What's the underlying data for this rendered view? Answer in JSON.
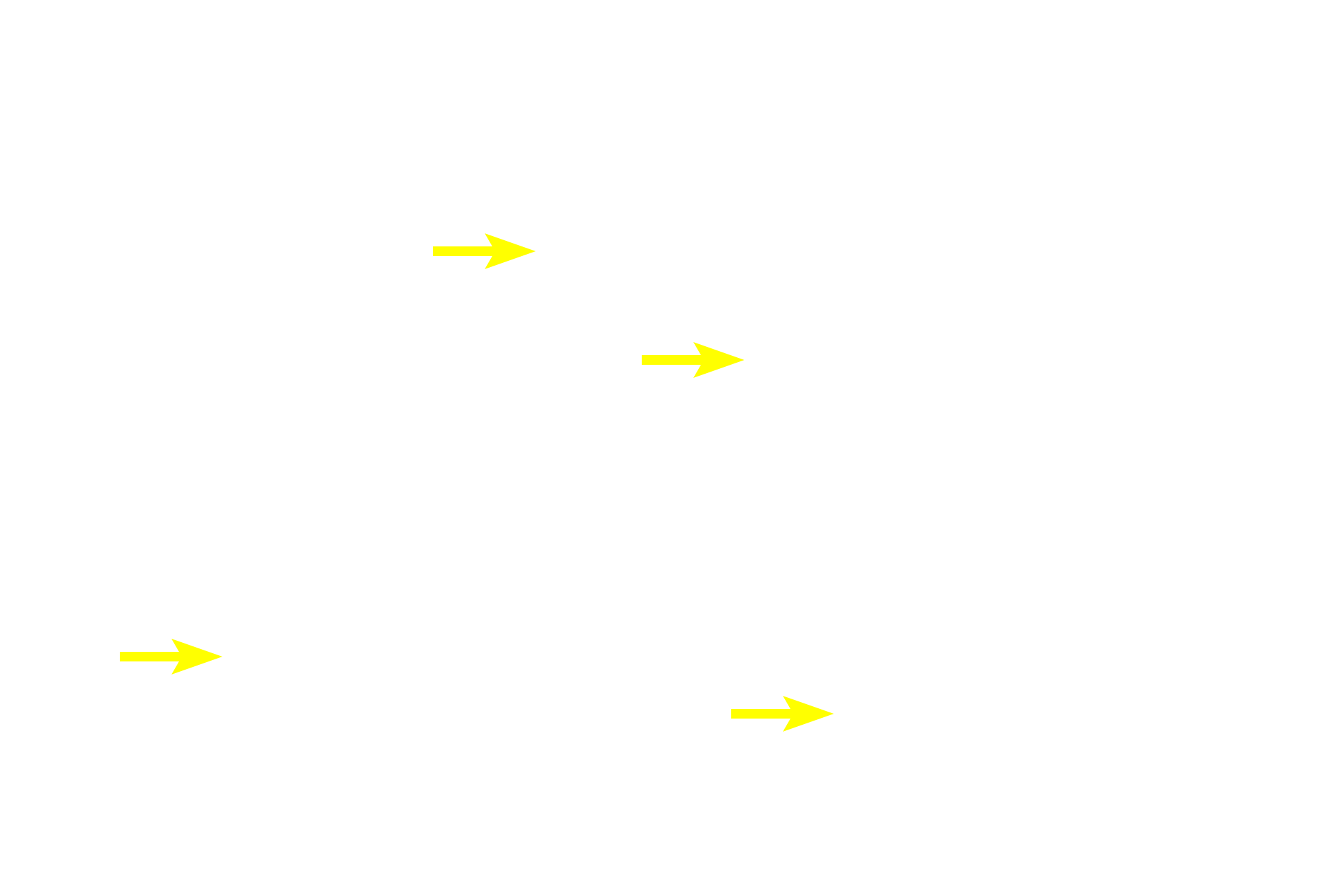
{
  "background_color": "#ffffff",
  "arrow_color": "#ffff00",
  "arrows": [
    {
      "icon": "arrow-right-icon",
      "direction": "right"
    },
    {
      "icon": "arrow-right-icon",
      "direction": "right"
    },
    {
      "icon": "arrow-right-icon",
      "direction": "right"
    },
    {
      "icon": "arrow-right-icon",
      "direction": "right"
    }
  ]
}
